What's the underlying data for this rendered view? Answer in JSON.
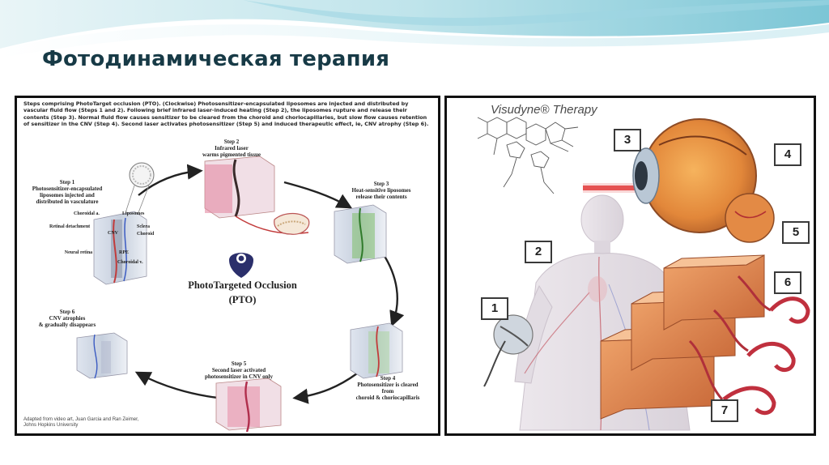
{
  "slide": {
    "title": "Фотодинамическая терапия"
  },
  "left_figure": {
    "caption": "Steps comprising PhotoTarget occlusion (PTO). (Clockwise) Photosensitizer-encapsulated liposomes are injected and distributed by vascular fluid flow (Steps 1 and 2). Following brief infrared laser-induced heating (Step 2), the liposomes rupture and release their contents (Step 3). Normal fluid flow causes sensitizer to be cleared from the choroid and choriocapillaries, but slow flow causes retention of sensitizer in the CNV (Step 4). Second laser activates photosensitizer (Step 5) and induced therapeutic effect, ie, CNV atrophy (Step 6).",
    "center_title": "PhotoTargeted Occlusion",
    "center_abbr": "(PTO)",
    "steps": {
      "step1": {
        "heading": "Step 1",
        "lines": [
          "Photosensitizer-encapsulated",
          "liposomes injected and",
          "distributed in vasculature"
        ]
      },
      "step2": {
        "heading": "Step 2",
        "lines": [
          "Infrared laser",
          "warms pigmented tissue"
        ]
      },
      "step3": {
        "heading": "Step 3",
        "lines": [
          "Heat-sensitive liposomes",
          "release their contents"
        ]
      },
      "step4": {
        "heading": "Step 4",
        "lines": [
          "Photosensitizer is cleared",
          "from",
          "choroid & choriocapillaris"
        ]
      },
      "step5": {
        "heading": "Step 5",
        "lines": [
          "Second laser activated",
          "photosensitizer in CNV only"
        ]
      },
      "step6": {
        "heading": "Step 6",
        "lines": [
          "CNV atrophies",
          "& gradually disappears"
        ]
      }
    },
    "anatomy_labels": {
      "choroidal_a": "Choroidal a.",
      "liposomes": "Liposomes",
      "retinal_detachment": "Retinal detachment",
      "sclera": "Sclera",
      "cnv": "CNV",
      "choroid": "Choroid",
      "neural_retina": "Neural retina",
      "rpe": "RPE",
      "choroidal_v": "Choroidal v."
    },
    "source": [
      "Adapted from video art, Juan Garcia and Ran Zeimer,",
      "Johns Hopkins University"
    ]
  },
  "right_figure": {
    "title": "Visudyne® Therapy",
    "markers": [
      "1",
      "2",
      "3",
      "4",
      "5",
      "6",
      "7"
    ]
  },
  "colors": {
    "title": "#173a46",
    "tissue": "#c96a45",
    "vessel": "#b0303a",
    "laser": "#e23b3b"
  }
}
